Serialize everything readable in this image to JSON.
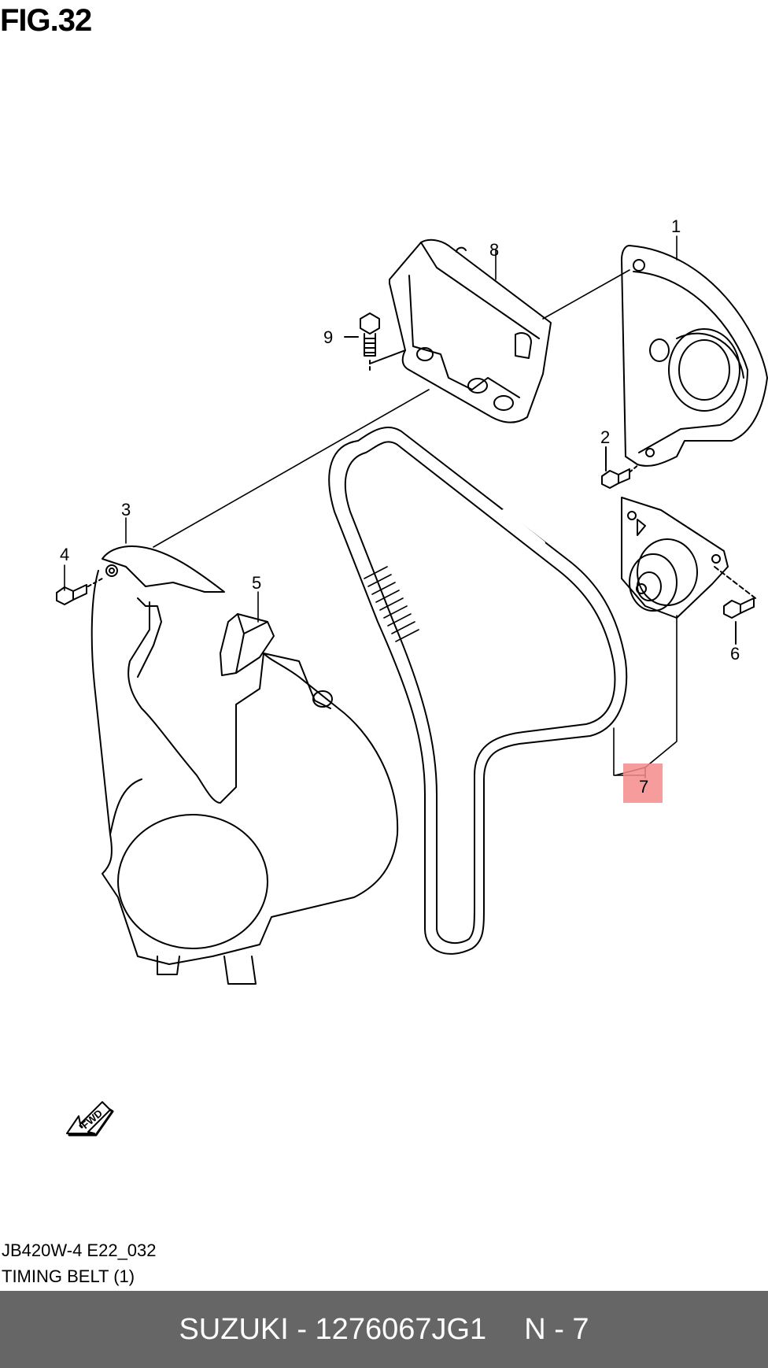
{
  "figure": {
    "title": "FIG.32"
  },
  "callouts": [
    {
      "id": "1",
      "label": "1"
    },
    {
      "id": "2",
      "label": "2"
    },
    {
      "id": "3",
      "label": "3"
    },
    {
      "id": "4",
      "label": "4"
    },
    {
      "id": "5",
      "label": "5"
    },
    {
      "id": "6",
      "label": "6"
    },
    {
      "id": "7",
      "label": "7",
      "highlighted": true
    },
    {
      "id": "8",
      "label": "8"
    },
    {
      "id": "9",
      "label": "9"
    }
  ],
  "fwd_arrow": {
    "label": "FWD"
  },
  "meta": {
    "code": "JB420W-4 E22_032",
    "name": "TIMING BELT (1)"
  },
  "footer": {
    "part": "SUZUKI - 1276067JG1",
    "ref": "N - 7"
  },
  "colors": {
    "highlight": "#f48b8b",
    "footer_bg": "#666666",
    "footer_text": "#ffffff"
  }
}
